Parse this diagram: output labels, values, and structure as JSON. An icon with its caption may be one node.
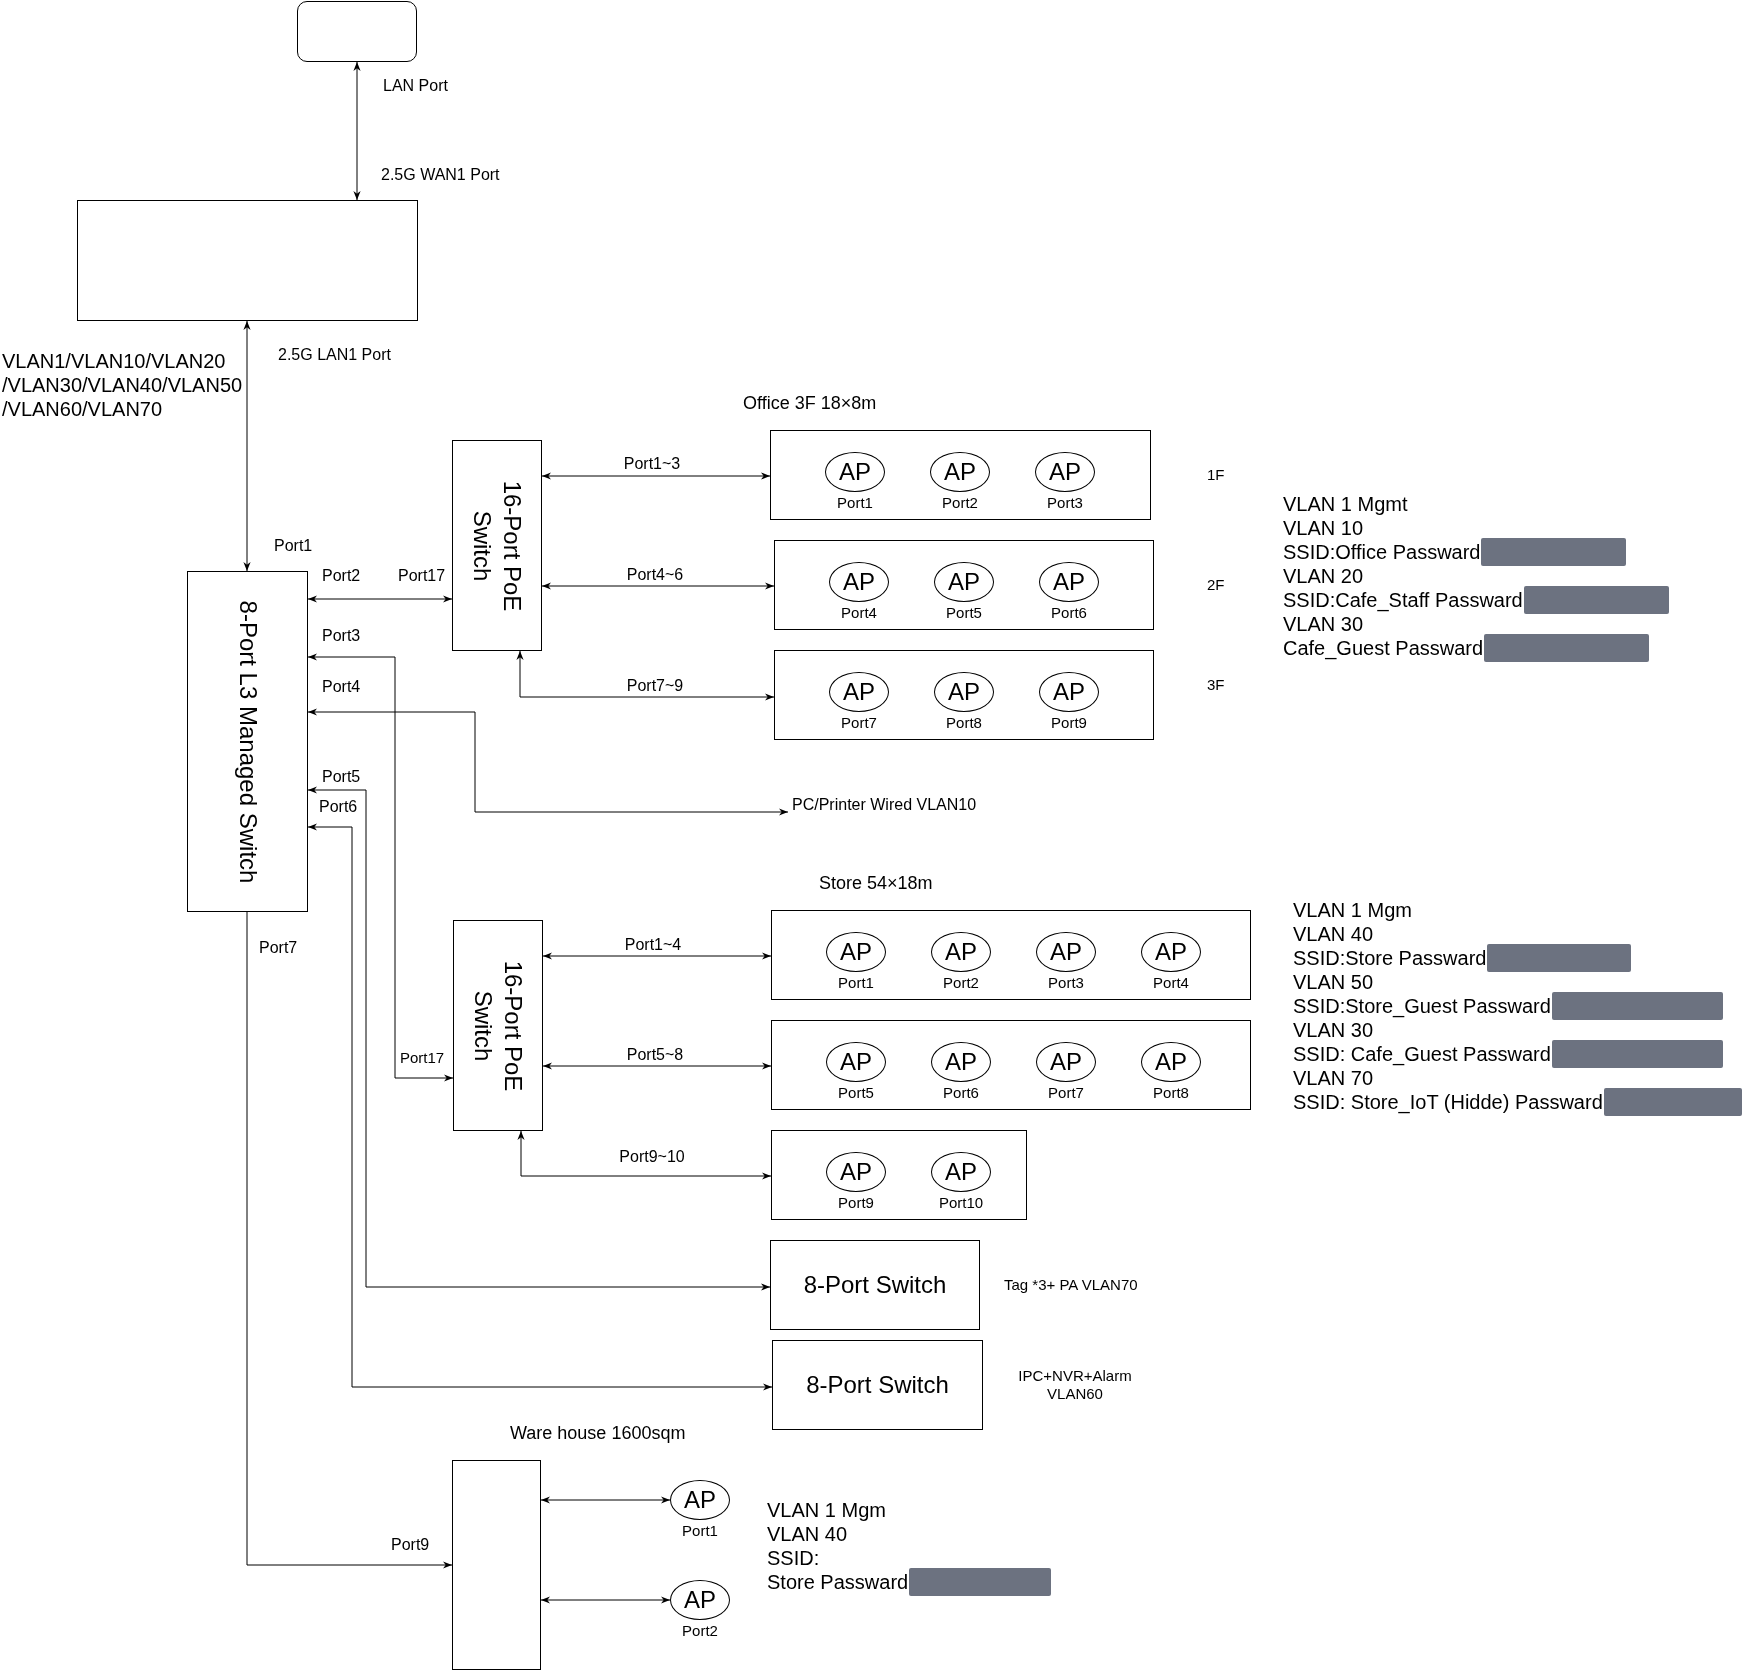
{
  "diagram": {
    "nodes": [
      {
        "text": [],
        "shape": "box"
      },
      {
        "text": [],
        "shape": "box"
      },
      {
        "text": [
          "8-Port L3 Managed Switch"
        ]
      },
      {
        "text": [
          "16-Port PoE Switch"
        ]
      },
      {
        "text": [],
        "shape": "box",
        "beside": [
          "1F"
        ]
      },
      {
        "text": [
          "AP"
        ],
        "in": 4,
        "beside": [
          "Port1"
        ]
      },
      {
        "text": [
          "AP"
        ],
        "in": 4,
        "beside": [
          "Port2"
        ]
      },
      {
        "text": [
          "AP"
        ],
        "in": 4,
        "beside": [
          "Port3"
        ]
      },
      {
        "text": [],
        "shape": "box",
        "beside": [
          "2F"
        ]
      },
      {
        "text": [
          "AP"
        ],
        "in": 8,
        "beside": [
          "Port4"
        ]
      },
      {
        "text": [
          "AP"
        ],
        "in": 8,
        "beside": [
          "Port5"
        ]
      },
      {
        "text": [
          "AP"
        ],
        "in": 8,
        "beside": [
          "Port6"
        ]
      },
      {
        "text": [],
        "shape": "box",
        "beside": [
          "3F"
        ]
      },
      {
        "text": [
          "AP"
        ],
        "in": 12,
        "beside": [
          "Port7"
        ]
      },
      {
        "text": [
          "AP"
        ],
        "in": 12,
        "beside": [
          "Port8"
        ]
      },
      {
        "text": [
          "AP"
        ],
        "in": 12,
        "beside": [
          "Port9"
        ]
      },
      {
        "text": [
          "PC/Printer Wired VLAN10"
        ]
      },
      {
        "text": [
          "16-Port PoE Switch"
        ]
      },
      {
        "text": [],
        "shape": "box"
      },
      {
        "text": [
          "AP"
        ],
        "in": 18,
        "beside": [
          "Port1"
        ]
      },
      {
        "text": [
          "AP"
        ],
        "in": 18,
        "beside": [
          "Port2"
        ]
      },
      {
        "text": [
          "AP"
        ],
        "in": 18,
        "beside": [
          "Port3"
        ]
      },
      {
        "text": [
          "AP"
        ],
        "in": 18,
        "beside": [
          "Port4"
        ]
      },
      {
        "text": [],
        "shape": "box"
      },
      {
        "text": [
          "AP"
        ],
        "in": 23,
        "beside": [
          "Port5"
        ]
      },
      {
        "text": [
          "AP"
        ],
        "in": 23,
        "beside": [
          "Port6"
        ]
      },
      {
        "text": [
          "AP"
        ],
        "in": 23,
        "beside": [
          "Port7"
        ]
      },
      {
        "text": [
          "AP"
        ],
        "in": 23,
        "beside": [
          "Port8"
        ]
      },
      {
        "text": [],
        "shape": "box"
      },
      {
        "text": [
          "AP"
        ],
        "in": 28,
        "beside": [
          "Port9"
        ]
      },
      {
        "text": [
          "AP"
        ],
        "in": 28,
        "beside": [
          "Port10"
        ]
      },
      {
        "text": [
          "8-Port Switch"
        ],
        "beside": [
          "Tag *3+ PA VLAN70"
        ]
      },
      {
        "text": [
          "8-Port Switch"
        ],
        "beside": [
          "IPC+NVR+Alarm VLAN60"
        ]
      },
      {
        "text": [],
        "shape": "box"
      },
      {
        "text": [
          "AP"
        ],
        "beside": [
          "Port1"
        ]
      },
      {
        "text": [
          "AP"
        ],
        "beside": [
          "Port2"
        ]
      }
    ],
    "edges": [
      {
        "from": 0,
        "to": 1,
        "arrow": "both"
      },
      {
        "from": 1,
        "to": 2,
        "arrow": "both"
      },
      {
        "from": 2,
        "to": 3,
        "arrow": "both"
      },
      {
        "from": 3,
        "to": 4,
        "arrow": "both",
        "label": "Port1~3"
      },
      {
        "from": 3,
        "to": 8,
        "arrow": "both",
        "label": "Port4~6"
      },
      {
        "from": 3,
        "to": 12,
        "arrow": "both",
        "label": "Port7~9"
      },
      {
        "from": 2,
        "to": 17,
        "arrow": "both"
      },
      {
        "from": 2,
        "to": 16,
        "arrow": "both"
      },
      {
        "from": 17,
        "to": 18,
        "arrow": "both",
        "label": "Port1~4"
      },
      {
        "from": 17,
        "to": 23,
        "arrow": "both",
        "label": "Port5~8"
      },
      {
        "from": 17,
        "to": 28,
        "arrow": "both",
        "label": "Port9~10"
      },
      {
        "from": 2,
        "to": 31,
        "arrow": "both"
      },
      {
        "from": 2,
        "to": 32,
        "arrow": "both"
      },
      {
        "from": 2,
        "to": 33,
        "arrow": "to"
      },
      {
        "from": 33,
        "to": 34,
        "arrow": "both"
      },
      {
        "from": 33,
        "to": 35,
        "arrow": "both"
      }
    ],
    "labels": [
      "LAN Port",
      "2.5G WAN1 Port",
      "VLAN1/VLAN10/VLAN20 /VLAN30/VLAN40/VLAN50 /VLAN60/VLAN70",
      "2.5G LAN1 Port",
      "Office 3F 18×8m",
      "Port1",
      "Port2",
      "Port17",
      "Port3",
      "Port4",
      "Port5",
      "Port6",
      "VLAN 1 Mgmt",
      "VLAN 10",
      "SSID:Office Passward",
      "VLAN 20",
      "SSID:Cafe_Staff Passward",
      "VLAN 30",
      "Cafe_Guest Passward",
      "Store 54×18m",
      "VLAN 1 Mgm",
      "VLAN 40",
      "SSID:Store Passward",
      "VLAN 50",
      "SSID:Store_Guest Passward",
      "VLAN 30",
      "SSID: Cafe_Guest Passward",
      "VLAN 70",
      "SSID: Store_IoT (Hidde) Passward",
      "Port7",
      "Port17",
      "Ware house 1600sqm",
      "Port9",
      "VLAN 1 Mgm",
      "VLAN 40",
      "SSID:",
      "Store Passward"
    ]
  }
}
